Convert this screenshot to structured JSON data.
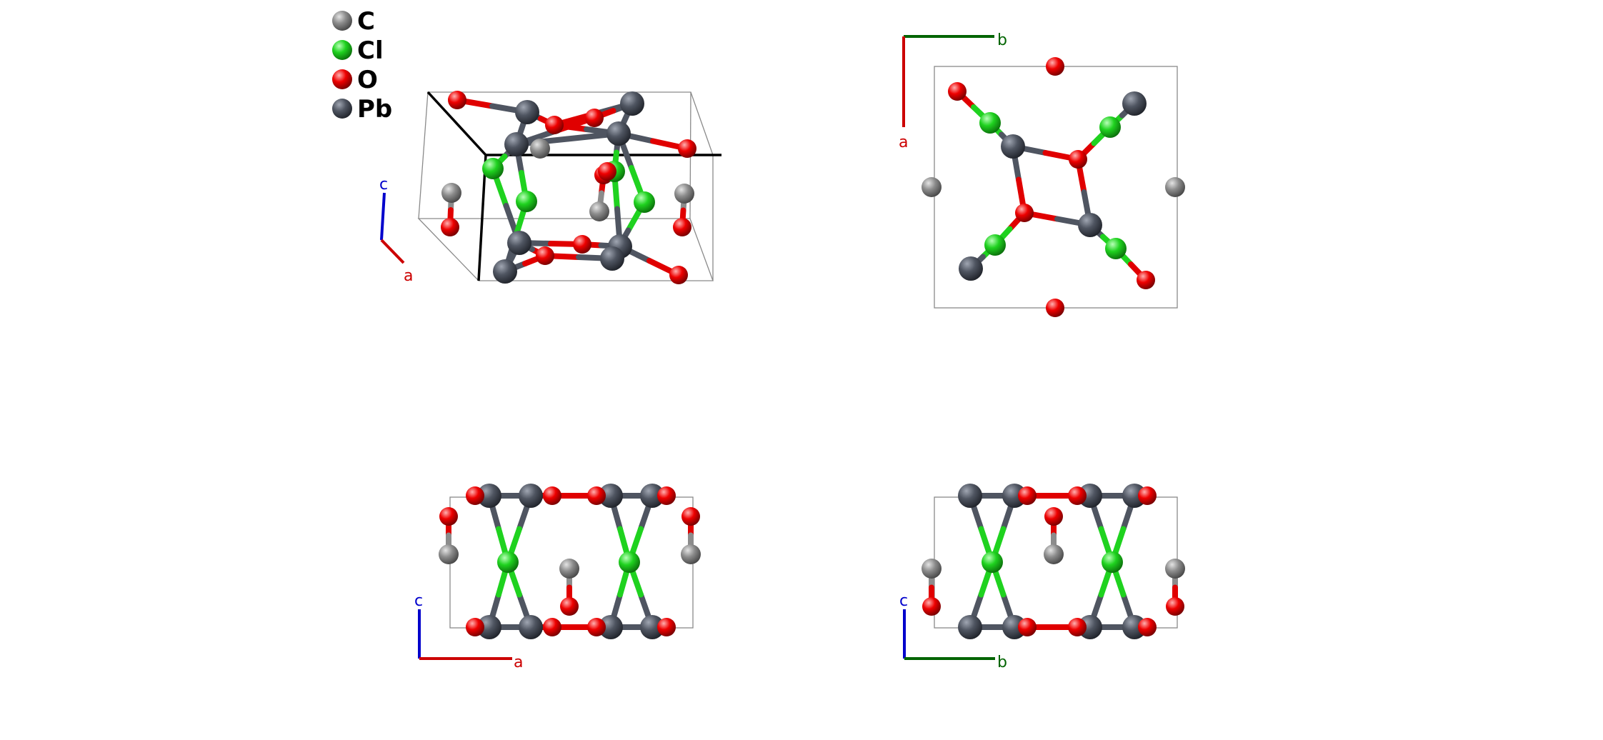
{
  "legend": [
    {
      "symbol": "C",
      "color": "#8c8c8c"
    },
    {
      "symbol": "Cl",
      "color": "#1fd21f"
    },
    {
      "symbol": "O",
      "color": "#ee0000"
    },
    {
      "symbol": "Pb",
      "color": "#4f5561"
    }
  ],
  "axes": {
    "a": {
      "label": "a",
      "color": "#cc0000"
    },
    "b": {
      "label": "b",
      "color": "#006400"
    },
    "c": {
      "label": "c",
      "color": "#0000cc"
    }
  },
  "bond_colors": {
    "pb": "#4f5561",
    "o": "#e00000",
    "cl": "#1fd21f",
    "c": "#8c8c8c"
  },
  "views": [
    {
      "name": "perspective",
      "axes": [
        "c",
        "a"
      ]
    },
    {
      "name": "view-along-c",
      "axes": [
        "b",
        "a"
      ]
    },
    {
      "name": "view-along-b",
      "axes": [
        "c",
        "a"
      ]
    },
    {
      "name": "view-along-a",
      "axes": [
        "c",
        "b"
      ]
    }
  ]
}
